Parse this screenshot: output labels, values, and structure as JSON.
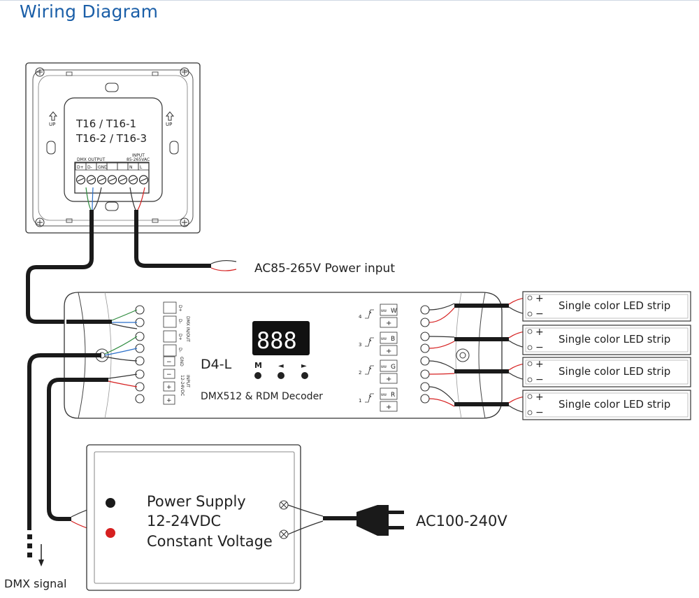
{
  "title": "Wiring Diagram",
  "panel": {
    "models_line1": "T16   / T16-1",
    "models_line2": "T16-2 / T16-3",
    "dmx_output": "DMX OUTPUT",
    "input": "INPUT",
    "input_range": "85-265VAC",
    "terminals": [
      "D+",
      "D-",
      "GND",
      "",
      "",
      "N",
      "L"
    ],
    "up_mark": "UP"
  },
  "labels": {
    "ac_input": "AC85-265V  Power input",
    "dmx_signal": "DMX signal",
    "ac_plug": "AC100-240V"
  },
  "decoder": {
    "model": "D4-L",
    "name": "DMX512 & RDM Decoder",
    "display": "888",
    "buttons": [
      "M",
      "◄",
      "►"
    ],
    "dmx_terminals": [
      "D+",
      "D-",
      "D+",
      "D-"
    ],
    "dmx_inout": "DMX IN/OUT",
    "gnd": "GND",
    "power_terminals": [
      "−",
      "−",
      "+",
      "+"
    ],
    "input_label": "INPUT",
    "input_range": "12-24VDC",
    "channels": [
      {
        "num": "4",
        "letter": "W"
      },
      {
        "num": "3",
        "letter": "B"
      },
      {
        "num": "2",
        "letter": "G"
      },
      {
        "num": "1",
        "letter": "R"
      }
    ],
    "channel_plus": "+"
  },
  "led_strips": [
    {
      "label": "Single color LED strip",
      "plus": "+",
      "minus": "−"
    },
    {
      "label": "Single color LED strip",
      "plus": "+",
      "minus": "−"
    },
    {
      "label": "Single color LED strip",
      "plus": "+",
      "minus": "−"
    },
    {
      "label": "Single color LED strip",
      "plus": "+",
      "minus": "−"
    }
  ],
  "power_supply": {
    "line1": "Power Supply",
    "line2": "12-24VDC",
    "line3": "Constant Voltage"
  },
  "colors": {
    "title": "#1b5fa8",
    "wire_red": "#d62020",
    "wire_green": "#2e8b3e",
    "wire_blue": "#2a6fc9",
    "cable": "#1a1a1a"
  }
}
